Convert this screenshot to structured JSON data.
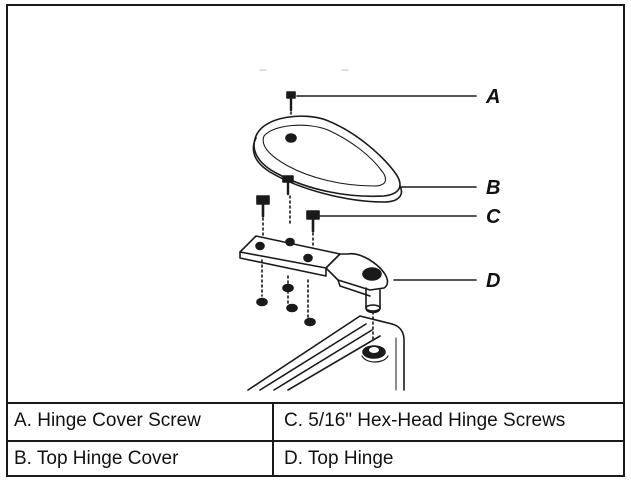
{
  "callouts": [
    {
      "letter": "A"
    },
    {
      "letter": "B"
    },
    {
      "letter": "C"
    },
    {
      "letter": "D"
    }
  ],
  "legend": {
    "rows": [
      [
        "A. Hinge Cover Screw",
        "C. 5/16\" Hex-Head Hinge Screws"
      ],
      [
        "B. Top Hinge Cover",
        "D. Top Hinge"
      ]
    ]
  },
  "colors": {
    "line": "#1a1a1a",
    "background": "#ffffff"
  }
}
